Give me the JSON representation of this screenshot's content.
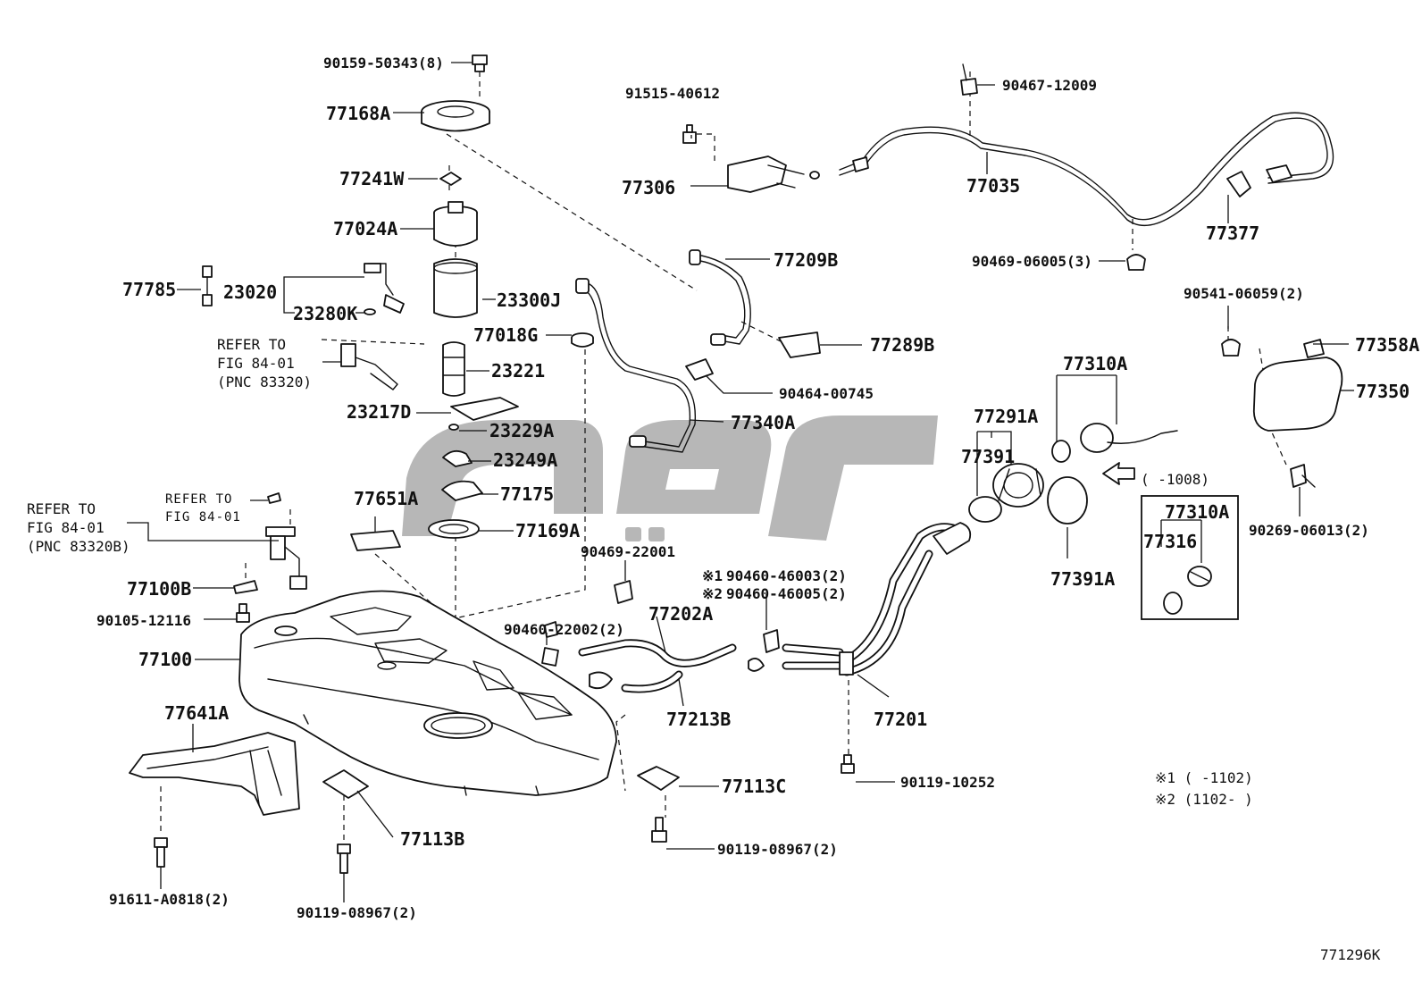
{
  "diagram_code": "771296K",
  "parts": {
    "p90159": "90159-50343(8)",
    "p77168A": "77168A",
    "p77241W": "77241W",
    "p77024A": "77024A",
    "p77785": "77785",
    "p23020": "23020",
    "p23280K": "23280K",
    "p23300J": "23300J",
    "p77018G": "77018G",
    "p23221": "23221",
    "p23217D": "23217D",
    "p23229A": "23229A",
    "p23249A": "23249A",
    "p77175": "77175",
    "p77169A": "77169A",
    "p77651A": "77651A",
    "p77100B": "77100B",
    "p90105": "90105-12116",
    "p77100": "77100",
    "p77641A": "77641A",
    "p91611": "91611-A0818(2)",
    "p90119a": "90119-08967(2)",
    "p77113B": "77113B",
    "p77113C": "77113C",
    "p90119b": "90119-08967(2)",
    "p91515": "91515-40612",
    "p77306": "77306",
    "p90467": "90467-12009",
    "p77035": "77035",
    "p77377": "77377",
    "p90469a": "90469-06005(3)",
    "p77209B": "77209B",
    "p77289B": "77289B",
    "p90464": "90464-00745",
    "p77340A": "77340A",
    "p90469b": "90469-22001",
    "p90460a": "90460-46003(2)",
    "p90460b": "90460-46005(2)",
    "p90460c": "90460-22002(2)",
    "p77202A": "77202A",
    "p77213B": "77213B",
    "p77201": "77201",
    "p90119c": "90119-10252",
    "p77291A": "77291A",
    "p77391": "77391",
    "p77391A": "77391A",
    "p77310A": "77310A",
    "p77310A_box": "77310A",
    "p77316": "77316",
    "p90541": "90541-06059(2)",
    "p77358A": "77358A",
    "p77350": "77350",
    "p90269": "90269-06013(2)"
  },
  "markers": {
    "m1": "※1",
    "m2": "※2"
  },
  "refs": {
    "refer_to": "REFER TO",
    "fig_8401": "FIG 84-01",
    "pnc_83320": "(PNC 83320)",
    "pnc_83320B": "(PNC 83320B)",
    "refer_to_spaced": "REFER TO",
    "fig_8401_spaced": "FIG 84-01"
  },
  "notes": {
    "cap_range": "(    -1008)",
    "note1": "※1 (    -1102)",
    "note2": "※2 (1102-    )"
  }
}
